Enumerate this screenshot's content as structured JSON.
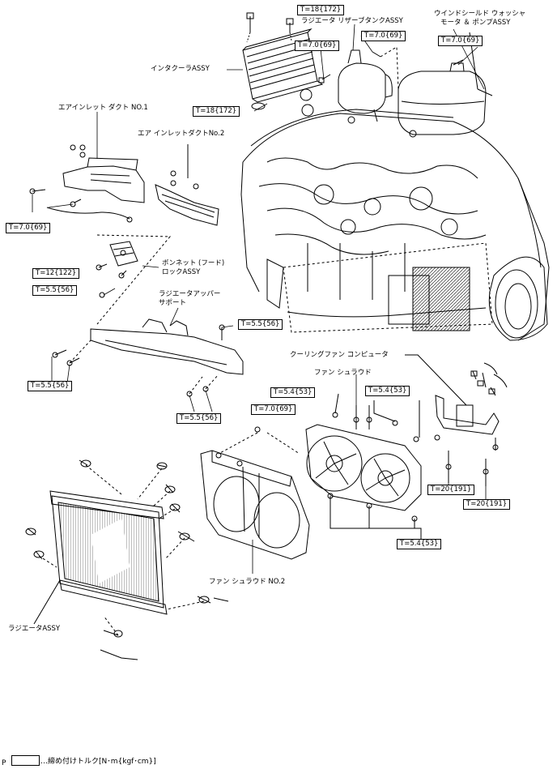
{
  "labels": {
    "intercooler": "インタクーラASSY",
    "reserve_tank": "ラジエータ リザーブタンクASSY",
    "washer_1": "ウインドシールド ウォッシャ",
    "washer_2": "モータ ＆ ポンプASSY",
    "air_inlet_1": "エアインレット ダクト NO.1",
    "air_inlet_2": "エア インレットダクトNo.2",
    "hood_lock_1": "ボンネット (フード)",
    "hood_lock_2": "ロックASSY",
    "rad_support_1": "ラジエータアッパー",
    "rad_support_2": "サポート",
    "cooling_fan_computer": "クーリングファン コンピュータ",
    "fan_shroud": "ファン シュラウド",
    "fan_shroud_no2": "ファン シュラウド NO.2",
    "radiator": "ラジエータASSY"
  },
  "torque": {
    "t18_top": "T=18{172}",
    "t70_reserve": "T=7.0{69}",
    "t70_washer": "T=7.0{69}",
    "t70_intercooler": "T=7.0{69}",
    "t18_intercooler": "T=18{172}",
    "t70_airinlet": "T=7.0{69}",
    "t12_hood": "T=12{122}",
    "t55_a": "T=5.5{56}",
    "t55_b": "T=5.5{56}",
    "t55_c": "T=5.5{56}",
    "t55_d": "T=5.5{56}",
    "t54_a": "T=5.4{53}",
    "t54_b": "T=5.4{53}",
    "t54_c": "T=5.4{53}",
    "t70_shroud": "T=7.0{69}",
    "t20_a": "T=20{191}",
    "t20_b": "T=20{191}"
  },
  "legend": {
    "text": "…締め付けトルク[N･m{kgf･cm}]",
    "page_mark": "P"
  }
}
